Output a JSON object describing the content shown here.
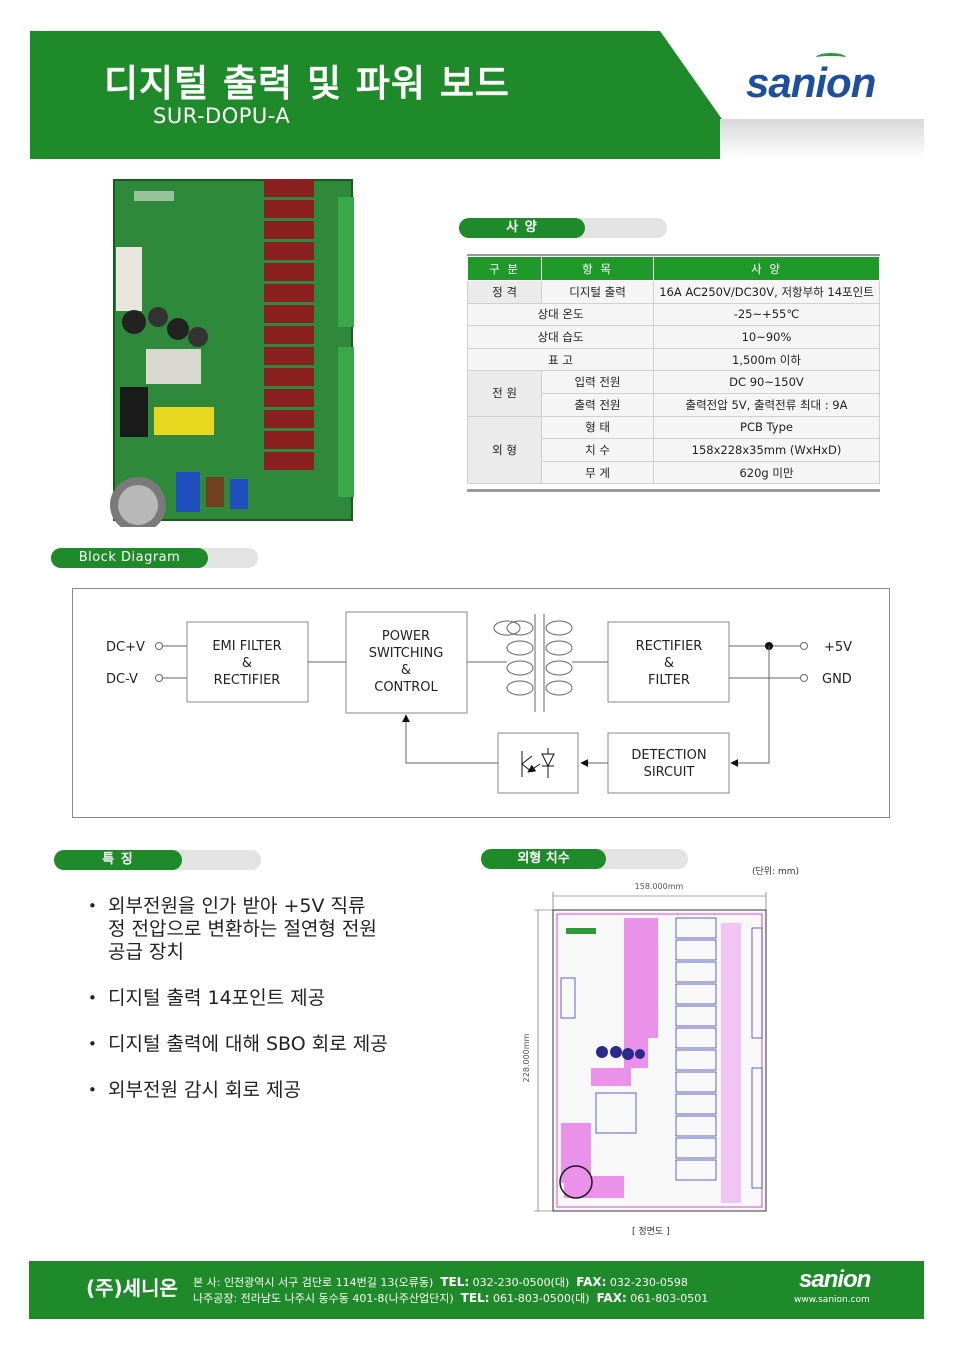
{
  "header": {
    "title": "디지털 출력 및 파워 보드",
    "model": "SUR-DOPU-A",
    "logo": "sanion",
    "color_green": "#1f8a2a",
    "color_logo": "#1e4f9e"
  },
  "sections": {
    "spec": "사  양",
    "block": "Block Diagram",
    "features": "특  징",
    "dimensions": "외형 치수"
  },
  "spec_table": {
    "headers": [
      "구  분",
      "항  목",
      "사  양"
    ],
    "rows": [
      {
        "group": "정  격",
        "item": "디지털 출력",
        "value": "16A AC250V/DC30V, 저항부하 14포인트"
      },
      {
        "item": "상대 온도",
        "value": "-25~+55℃"
      },
      {
        "item": "상대 습도",
        "value": "10~90%"
      },
      {
        "item": "표      고",
        "value": "1,500m 이하"
      },
      {
        "group": "전  원",
        "item": "입력 전원",
        "value": "DC 90~150V"
      },
      {
        "item": "출력 전원",
        "value": "출력전압 5V,  출력전류 최대 : 9A"
      },
      {
        "group": "외  형",
        "item": "형        태",
        "value": "PCB Type"
      },
      {
        "item": "치        수",
        "value": "158x228x35mm (WxHxD)"
      },
      {
        "item": "무        게",
        "value": "620g 미만"
      }
    ]
  },
  "block_diagram": {
    "inputs": [
      "DC+V",
      "DC-V"
    ],
    "outputs": [
      "+5V",
      "GND"
    ],
    "emi": [
      "EMI FILTER",
      "&",
      "RECTIFIER"
    ],
    "power": [
      "POWER",
      "SWITCHING",
      "&",
      "CONTROL"
    ],
    "rectifier": [
      "RECTIFIER",
      "&",
      "FILTER"
    ],
    "detection": [
      "DETECTION",
      "SIRCUIT"
    ]
  },
  "features": [
    "외부전원을 인가 받아 +5V 직류\n정 전압으로 변환하는 절연형 전원\n공급 장치",
    "디지털 출력 14포인트 제공",
    "디지털 출력에 대해 SBO 회로 제공",
    "외부전원 감시 회로 제공"
  ],
  "dimension": {
    "unit": "(단위: mm)",
    "width": "158.000mm",
    "height": "228.000mm",
    "view": "[ 정면도 ]"
  },
  "footer": {
    "company": "(주)세니온",
    "line1_label": "본       사: 인천광역시 서구 검단로 114번길 13(오류동)",
    "line1_tel_label": "TEL:",
    "line1_tel": " 032-230-0500(대)",
    "line1_fax_label": "FAX:",
    "line1_fax": " 032-230-0598",
    "line2_label": "나주공장: 전라남도 나주시 동수동 401-8(나주산업단지)",
    "line2_tel_label": "TEL:",
    "line2_tel": " 061-803-0500(대)",
    "line2_fax_label": "FAX:",
    "line2_fax": " 061-803-0501",
    "logo": "sanion",
    "web": "www.sanion.com"
  }
}
